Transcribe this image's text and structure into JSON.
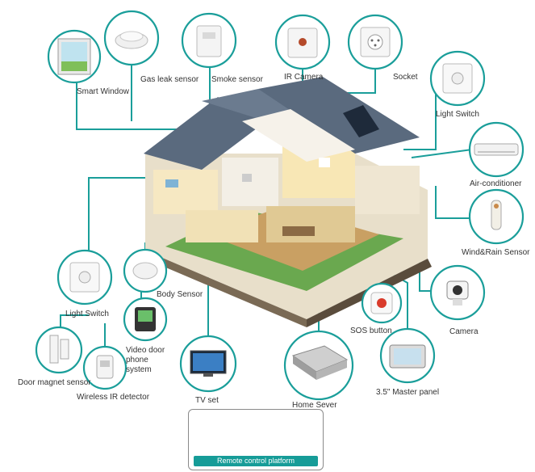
{
  "labels": {
    "smart_window": "Smart Window",
    "gas_leak_sensor": "Gas leak sensor",
    "smoke_sensor": "Smoke sensor",
    "ir_camera": "IR Camera",
    "socket": "Socket",
    "light_switch_top": "Light Switch",
    "air_conditioner": "Air-conditioner",
    "wind_rain_sensor": "Wind&Rain Sensor",
    "camera": "Camera",
    "master_panel": "3.5\" Master panel",
    "sos_button": "SOS button",
    "home_server": "Home Sever",
    "tv_set": "TV set",
    "video_door_phone": "Video door phone system",
    "body_sensor": "Body Sensor",
    "light_switch_left": "Light Switch",
    "door_magnet_sensor": "Door magnet sensor",
    "wireless_ir_detector": "Wireless IR detector",
    "remote_platform": "Remote control platform"
  },
  "colors": {
    "line": "#1a9e9a",
    "circle_stroke": "#1a9e9a",
    "roof": "#5a6a7e",
    "wall": "#f3efe6",
    "floor": "#c9a063",
    "grass": "#6aa84f"
  }
}
